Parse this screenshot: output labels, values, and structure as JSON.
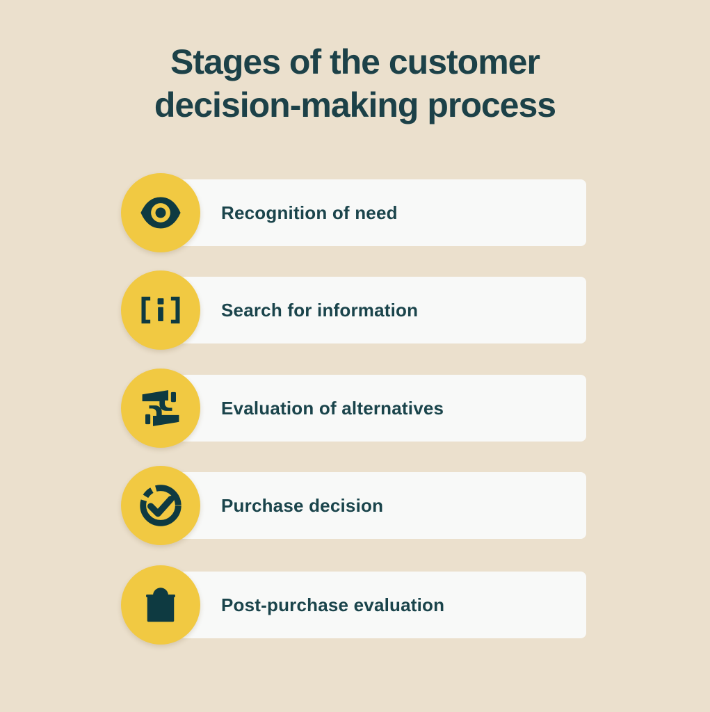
{
  "title": {
    "line1": "Stages of the customer",
    "line2": "decision-making process"
  },
  "stages": [
    {
      "label": "Recognition of need",
      "icon": "eye-icon"
    },
    {
      "label": "Search for information",
      "icon": "info-brackets-icon"
    },
    {
      "label": "Evaluation of alternatives",
      "icon": "compare-blocks-icon"
    },
    {
      "label": "Purchase decision",
      "icon": "check-ring-icon"
    },
    {
      "label": "Post-purchase evaluation",
      "icon": "shopping-bag-icon"
    }
  ],
  "colors": {
    "background": "#ebe0cd",
    "card": "#f8f9f8",
    "accent_yellow": "#f1c942",
    "icon_teal": "#0e3a41",
    "text_teal": "#1a444b",
    "title_teal": "#1c4148"
  }
}
